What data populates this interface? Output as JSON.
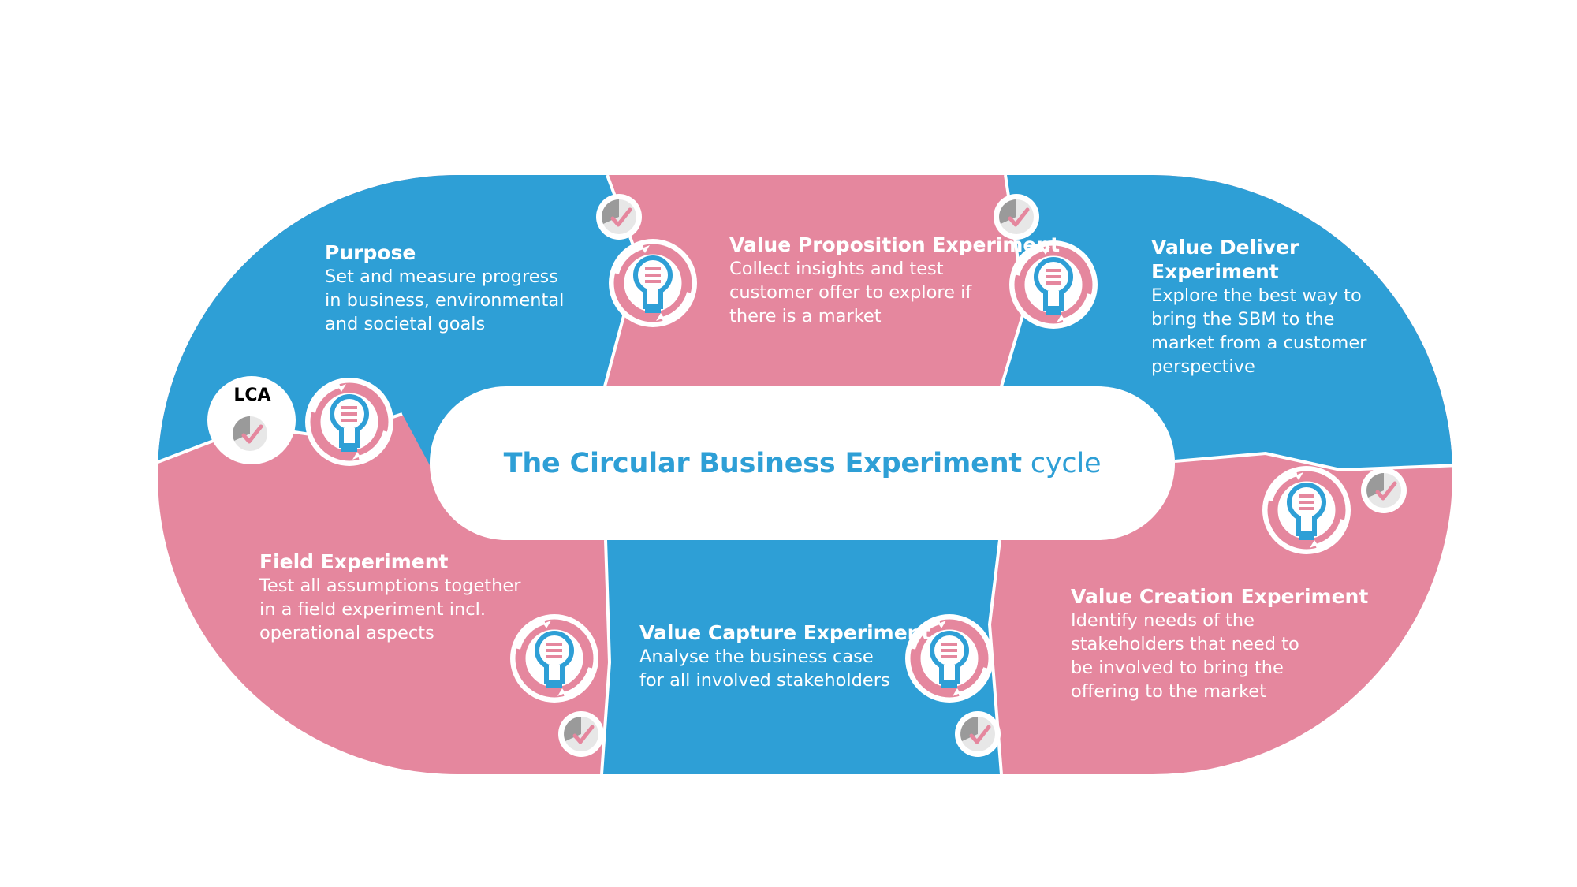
{
  "title": {
    "emphasis": "The Circular Business Experiment",
    "suffix": " cycle"
  },
  "lca_label": "LCA",
  "segments": [
    {
      "id": "purpose",
      "color": "#2e9fd6",
      "title": "Purpose",
      "lines": [
        "Set and measure progress",
        "in business, environmental",
        "and societal goals"
      ]
    },
    {
      "id": "value-proposition",
      "color": "#e5879e",
      "title": "Value Proposition Experiment",
      "lines": [
        "Collect insights and test",
        "customer offer to explore if",
        "there is a market"
      ]
    },
    {
      "id": "value-deliver",
      "color": "#2e9fd6",
      "title_lines": [
        "Value Deliver",
        "Experiment"
      ],
      "lines": [
        "Explore the best way to",
        "bring the SBM to the",
        "market from a customer",
        "perspective"
      ]
    },
    {
      "id": "value-creation",
      "color": "#e5879e",
      "title": "Value Creation Experiment",
      "lines": [
        "Identify needs of the",
        "stakeholders that need to",
        "be involved to bring the",
        "offering to the market"
      ]
    },
    {
      "id": "value-capture",
      "color": "#2e9fd6",
      "title": "Value Capture Experiment",
      "lines": [
        "Analyse the business case",
        "for all involved stakeholders"
      ]
    },
    {
      "id": "field",
      "color": "#e5879e",
      "title": "Field Experiment",
      "lines": [
        "Test all assumptions together",
        "in a field experiment incl.",
        "operational aspects"
      ]
    }
  ],
  "colors": {
    "blue": "#2e9fd6",
    "pink": "#e5879e",
    "gray": "#9a9a9a",
    "white": "#ffffff"
  },
  "icons": [
    "lightbulb-cycle-icon",
    "progress-check-icon"
  ]
}
